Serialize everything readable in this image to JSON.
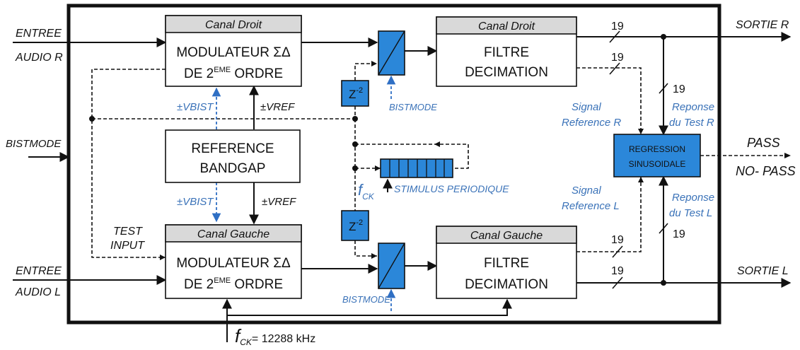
{
  "inputs": {
    "audio_r": [
      "ENTREE",
      "AUDIO R"
    ],
    "audio_l": [
      "ENTREE",
      "AUDIO L"
    ],
    "bistmode": "BISTMODE",
    "test_input": [
      "TEST",
      "INPUT"
    ],
    "fck": "f",
    "fck_sub": "CK",
    "fck_value": "= 12288 kHz"
  },
  "modulator_r": {
    "header": "Canal Droit",
    "line1": "MODULATEUR ΣΔ",
    "line2a": "DE 2",
    "line2sup": "EME",
    "line2b": " ORDRE"
  },
  "modulator_l": {
    "header": "Canal Gauche",
    "line1": "MODULATEUR ΣΔ",
    "line2a": "DE 2",
    "line2sup": "EME",
    "line2b": " ORDRE"
  },
  "reference": {
    "line1": "REFERENCE",
    "line2": "BANDGAP"
  },
  "filter_r": {
    "header": "Canal Droit",
    "line1": "FILTRE",
    "line2": "DECIMATION"
  },
  "filter_l": {
    "header": "Canal Gauche",
    "line1": "FILTRE",
    "line2": "DECIMATION"
  },
  "delay": {
    "base": "Z",
    "exp": "-2"
  },
  "regression": {
    "line1": "REGRESSION",
    "line2": "SINUSOIDALE"
  },
  "labels": {
    "vbist": "±VBIST",
    "vref": "±VREF",
    "bistmode_r": "BISTMODE",
    "bistmode_l": "BISTMODE",
    "stimulus": "STIMULUS PERIODIQUE",
    "fck_stim": "f",
    "fck_stim_sub": "CK",
    "signal_ref_r": [
      "Signal",
      "Reference R"
    ],
    "signal_ref_l": [
      "Signal",
      "Reference L"
    ],
    "reponse_r": [
      "Reponse",
      "du Test R"
    ],
    "reponse_l": [
      "Reponse",
      "du Test L"
    ],
    "bus_width": "19"
  },
  "outputs": {
    "sortie_r": "SORTIE R",
    "sortie_l": "SORTIE L",
    "pass": "PASS",
    "nopass": "NO- PASS"
  },
  "colors": {
    "accent_blue": "#2b87d9",
    "label_blue": "#3a72b8",
    "header_gray": "#d9d9d9"
  }
}
